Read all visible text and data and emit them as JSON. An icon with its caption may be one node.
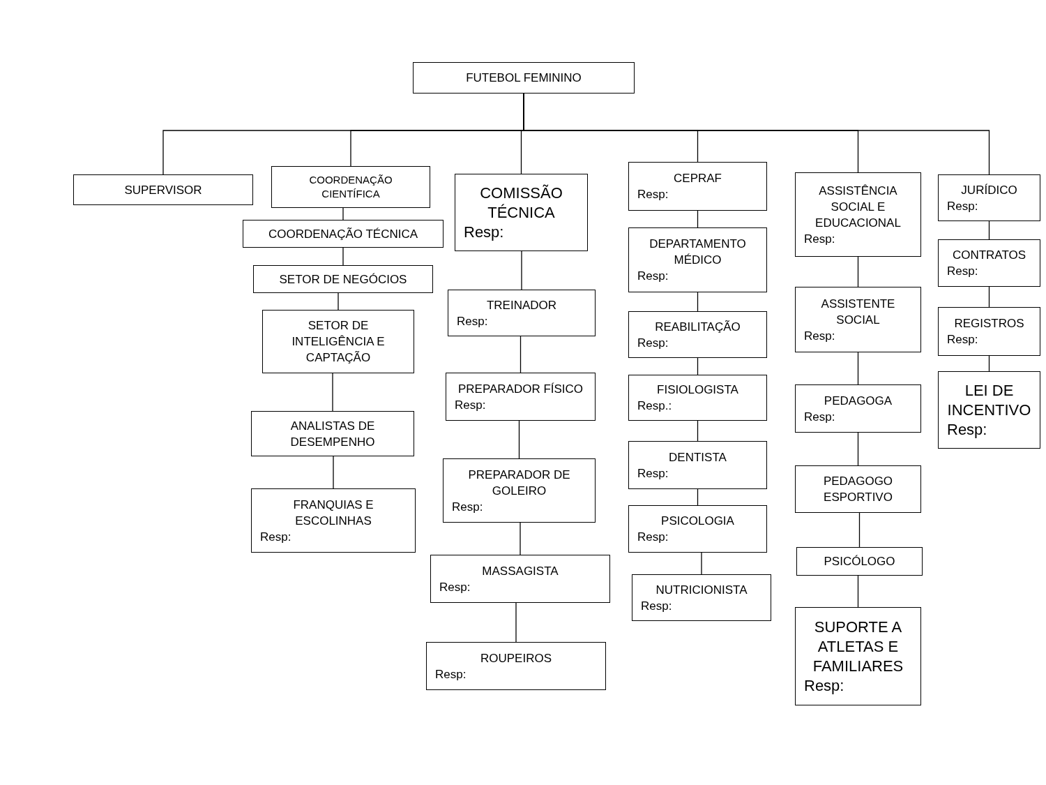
{
  "diagram": {
    "nodes": [
      {
        "text": [
          "FUTEBOL FEMININO"
        ]
      },
      {
        "text": [
          "SUPERVISOR"
        ]
      },
      {
        "text": [
          "COORDENAÇÃO CIENTÍFICA"
        ]
      },
      {
        "text": [
          "COORDENAÇÃO TÉCNICA"
        ]
      },
      {
        "text": [
          "SETOR DE NEGÓCIOS"
        ]
      },
      {
        "text": [
          "SETOR DE INTELIGÊNCIA E CAPTAÇÃO"
        ]
      },
      {
        "text": [
          "ANALISTAS DE DESEMPENHO"
        ]
      },
      {
        "text": [
          "FRANQUIAS E ESCOLINHAS",
          "Resp:"
        ]
      },
      {
        "text": [
          "COMISSÃO TÉCNICA",
          "Resp:"
        ]
      },
      {
        "text": [
          "TREINADOR",
          "Resp:"
        ]
      },
      {
        "text": [
          "PREPARADOR FÍSICO",
          "Resp:"
        ]
      },
      {
        "text": [
          "PREPARADOR DE GOLEIRO",
          "Resp:"
        ]
      },
      {
        "text": [
          "MASSAGISTA",
          "Resp:"
        ]
      },
      {
        "text": [
          "ROUPEIROS",
          "Resp:"
        ]
      },
      {
        "text": [
          "CEPRAF",
          "Resp:"
        ]
      },
      {
        "text": [
          "DEPARTAMENTO MÉDICO",
          "Resp:"
        ]
      },
      {
        "text": [
          "REABILITAÇÃO",
          "Resp:"
        ]
      },
      {
        "text": [
          "FISIOLOGISTA",
          "Resp.:"
        ]
      },
      {
        "text": [
          "DENTISTA",
          "Resp:"
        ]
      },
      {
        "text": [
          "PSICOLOGIA",
          "Resp:"
        ]
      },
      {
        "text": [
          "NUTRICIONISTA",
          "Resp:"
        ]
      },
      {
        "text": [
          "ASSISTÊNCIA SOCIAL E EDUCACIONAL",
          "Resp:"
        ]
      },
      {
        "text": [
          "ASSISTENTE SOCIAL",
          "Resp:"
        ]
      },
      {
        "text": [
          "PEDAGOGA",
          "Resp:"
        ]
      },
      {
        "text": [
          "PEDAGOGO ESPORTIVO"
        ]
      },
      {
        "text": [
          "PSICÓLOGO"
        ]
      },
      {
        "text": [
          "SUPORTE A ATLETAS E FAMILIARES",
          "Resp:"
        ]
      },
      {
        "text": [
          "JURÍDICO",
          "Resp:"
        ]
      },
      {
        "text": [
          "CONTRATOS",
          "Resp:"
        ]
      },
      {
        "text": [
          "REGISTROS",
          "Resp:"
        ]
      },
      {
        "text": [
          "LEI DE INCENTIVO",
          "Resp:"
        ]
      }
    ],
    "edges": [
      {
        "from": 0,
        "to": 1,
        "arrow": "none"
      },
      {
        "from": 0,
        "to": 2,
        "arrow": "none"
      },
      {
        "from": 0,
        "to": 8,
        "arrow": "none"
      },
      {
        "from": 0,
        "to": 14,
        "arrow": "none"
      },
      {
        "from": 0,
        "to": 21,
        "arrow": "none"
      },
      {
        "from": 0,
        "to": 27,
        "arrow": "none"
      },
      {
        "from": 2,
        "to": 3,
        "arrow": "none"
      },
      {
        "from": 3,
        "to": 4,
        "arrow": "none"
      },
      {
        "from": 4,
        "to": 5,
        "arrow": "none"
      },
      {
        "from": 5,
        "to": 6,
        "arrow": "none"
      },
      {
        "from": 6,
        "to": 7,
        "arrow": "none"
      },
      {
        "from": 8,
        "to": 9,
        "arrow": "none"
      },
      {
        "from": 9,
        "to": 10,
        "arrow": "none"
      },
      {
        "from": 10,
        "to": 11,
        "arrow": "none"
      },
      {
        "from": 11,
        "to": 12,
        "arrow": "none"
      },
      {
        "from": 12,
        "to": 13,
        "arrow": "none"
      },
      {
        "from": 14,
        "to": 15,
        "arrow": "none"
      },
      {
        "from": 15,
        "to": 16,
        "arrow": "none"
      },
      {
        "from": 16,
        "to": 17,
        "arrow": "none"
      },
      {
        "from": 17,
        "to": 18,
        "arrow": "none"
      },
      {
        "from": 18,
        "to": 19,
        "arrow": "none"
      },
      {
        "from": 19,
        "to": 20,
        "arrow": "none"
      },
      {
        "from": 21,
        "to": 22,
        "arrow": "none"
      },
      {
        "from": 22,
        "to": 23,
        "arrow": "none"
      },
      {
        "from": 23,
        "to": 24,
        "arrow": "none"
      },
      {
        "from": 24,
        "to": 25,
        "arrow": "none"
      },
      {
        "from": 25,
        "to": 26,
        "arrow": "none"
      },
      {
        "from": 27,
        "to": 28,
        "arrow": "none"
      },
      {
        "from": 28,
        "to": 29,
        "arrow": "none"
      },
      {
        "from": 29,
        "to": 30,
        "arrow": "none"
      }
    ]
  }
}
